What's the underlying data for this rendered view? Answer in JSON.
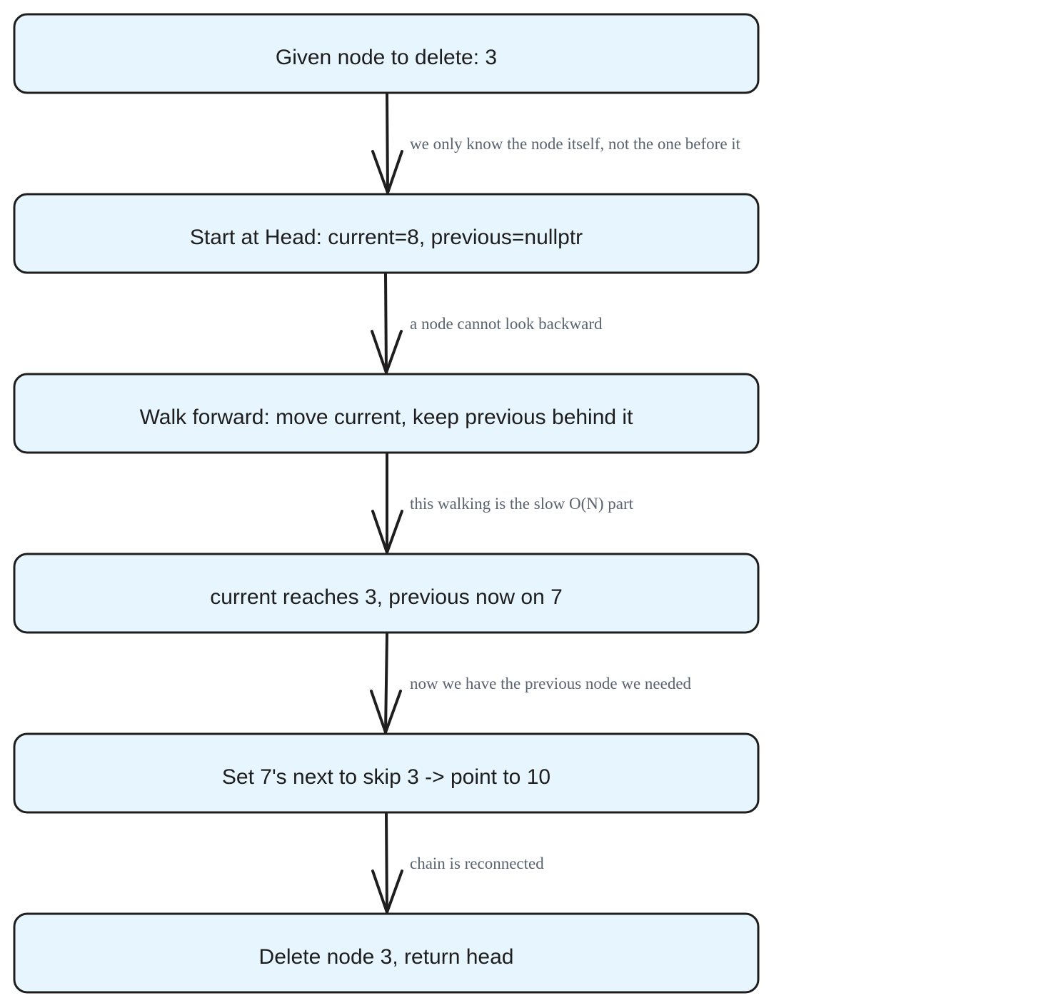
{
  "nodes": [
    {
      "label": "Given node to delete: 3"
    },
    {
      "label": "Start at Head: current=8, previous=nullptr"
    },
    {
      "label": "Walk forward: move current, keep previous behind it"
    },
    {
      "label": "current reaches 3, previous now on 7"
    },
    {
      "label": "Set 7's next to skip 3 -> point to 10"
    },
    {
      "label": "Delete node 3, return head"
    }
  ],
  "edges": [
    {
      "label": "we only know the node itself, not the one before it"
    },
    {
      "label": "a node cannot look backward"
    },
    {
      "label": "this walking is the slow O(N) part"
    },
    {
      "label": "now we have the previous node we needed"
    },
    {
      "label": "chain is reconnected"
    }
  ],
  "colors": {
    "node_fill": "#e7f5ff",
    "stroke": "#1e1e1e",
    "edge_label": "#5a6370"
  }
}
